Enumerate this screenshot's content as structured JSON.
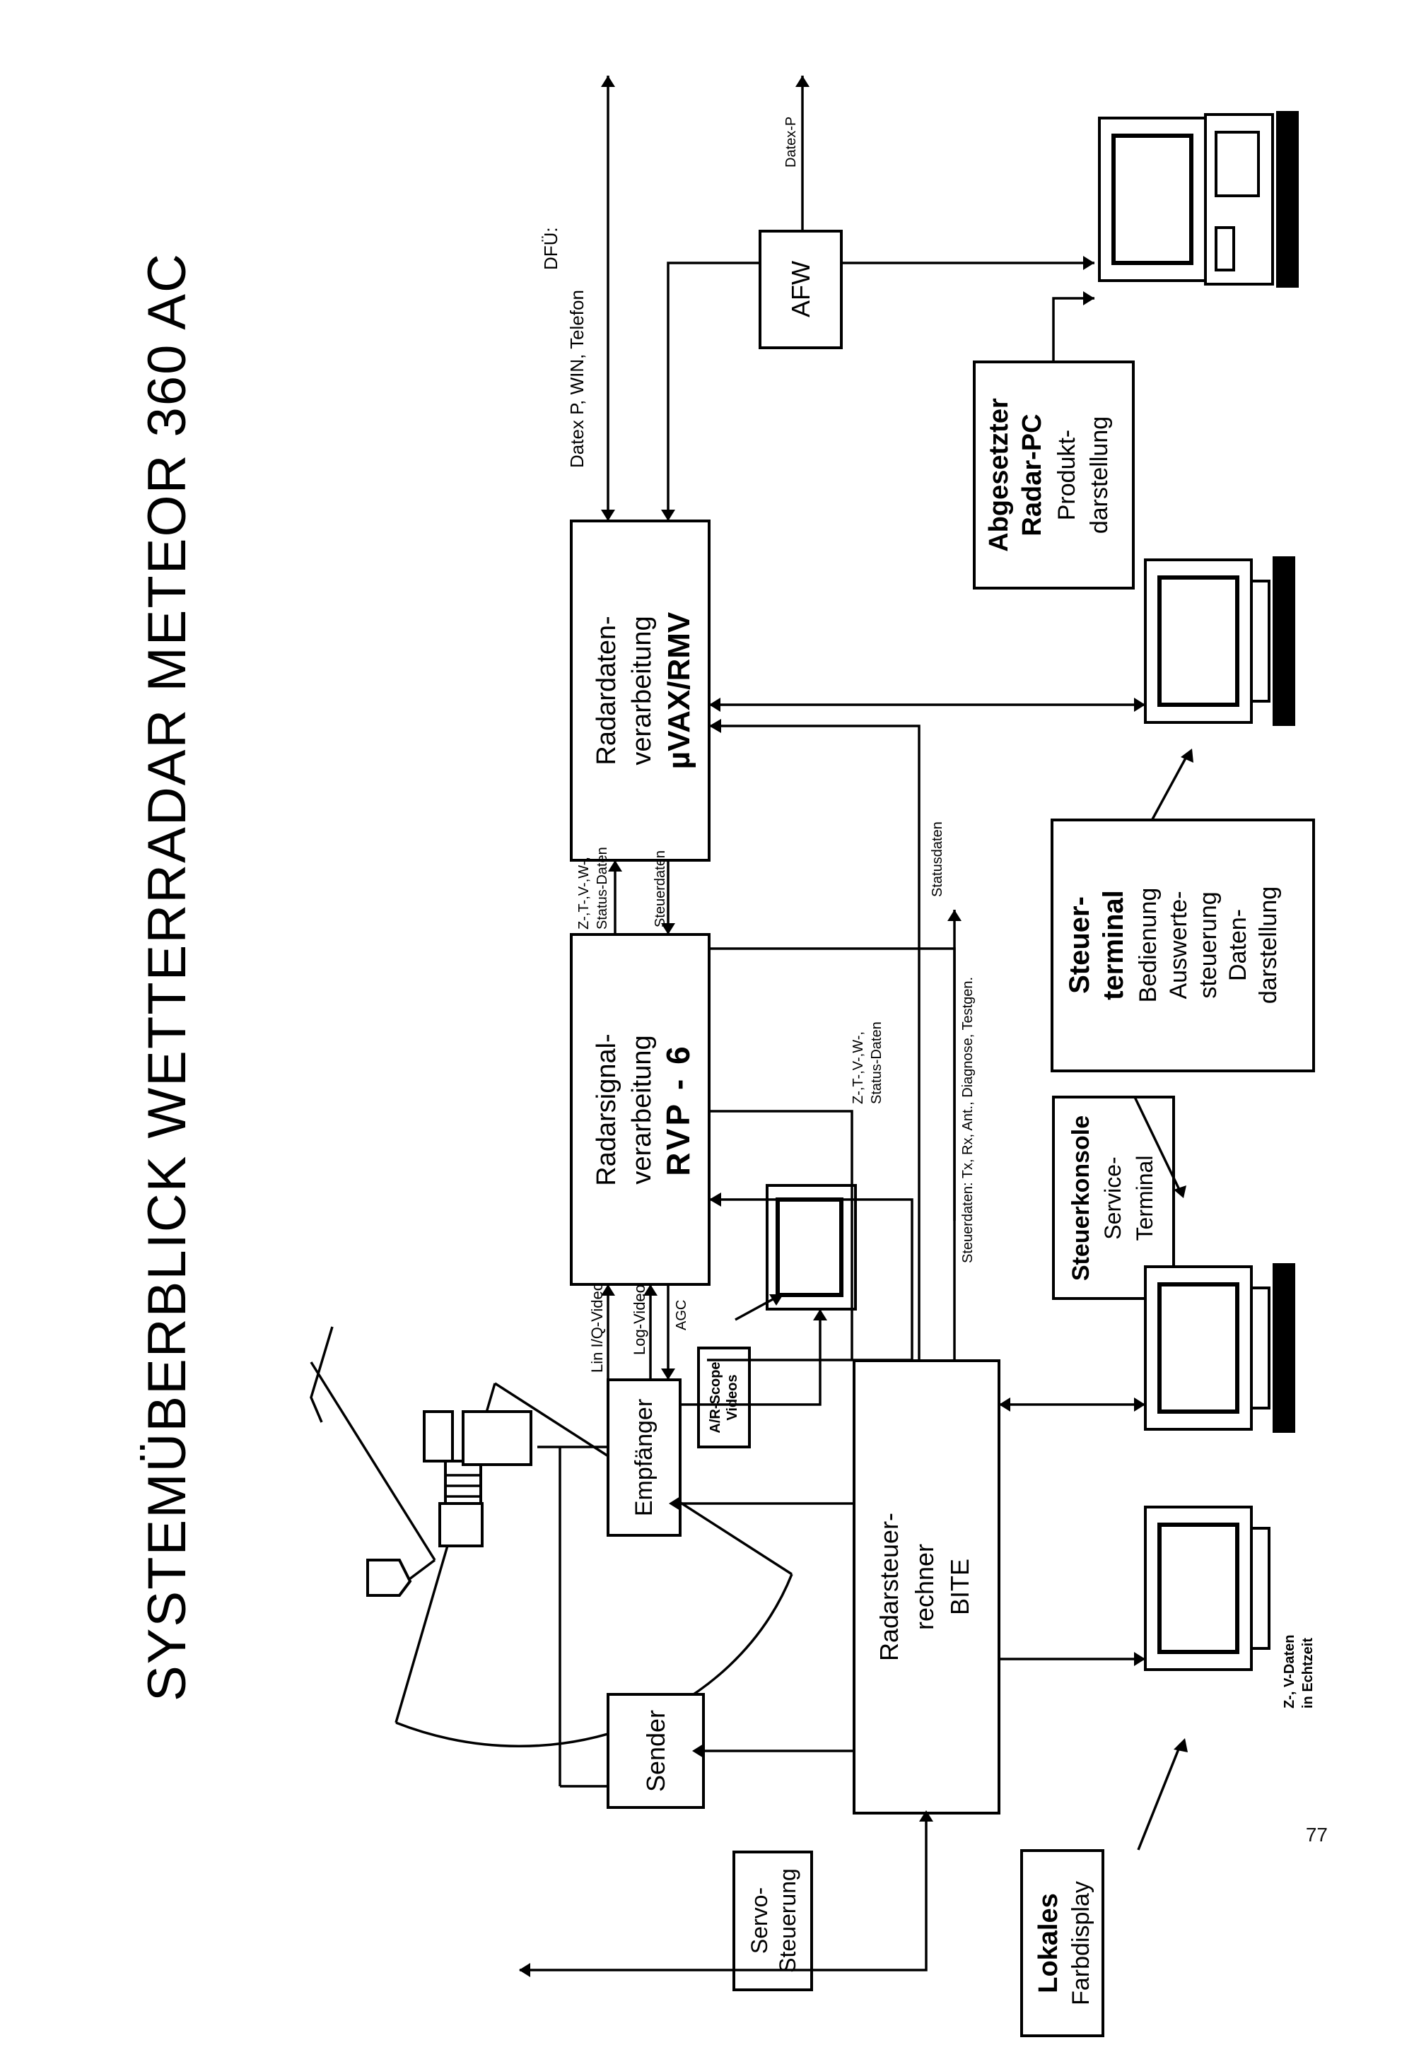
{
  "title": "SYSTEMÜBERBLICK WETTERRADAR METEOR 360 AC",
  "page_number": "77",
  "blocks": {
    "sender": "Sender",
    "empfaenger": "Empfänger",
    "servo": [
      "Servo-",
      "Steuerung"
    ],
    "rvp": [
      "Radarsignal-",
      "verarbeitung",
      "RVP - 6"
    ],
    "rmv": [
      "Radardaten-",
      "verarbeitung",
      "µVAX/RMV"
    ],
    "bite": [
      "Radarsteuer-",
      "rechner",
      "BITE"
    ],
    "afw": "AFW"
  },
  "terminals": {
    "lokales": [
      "Lokales",
      "Farbdisplay"
    ],
    "steuerkonsole": [
      "Steuerkonsole",
      "Service-",
      "Terminal"
    ],
    "steuerterminal": [
      "Steuer-",
      "terminal",
      "Bedienung",
      "Auswerte-",
      "steuerung",
      "Daten-",
      "darstellung"
    ],
    "abgesetzter": [
      "Abgesetzter",
      "Radar-PC",
      "Produkt-",
      "darstellung"
    ],
    "ascope": [
      "A/R-Scope",
      "Videos"
    ]
  },
  "labels": {
    "lin_iq": "Lin I/Q-Video",
    "log_video": "Log-Video",
    "agc": "AGC",
    "ztvw_status_1": [
      "Z-,T-,V-,W-,",
      "Status-Daten"
    ],
    "steuerdaten": "Steuerdaten",
    "ztvw_status_2": [
      "Z-,T-,V-,W-,",
      "Status-Daten"
    ],
    "statusdaten": "Statusdaten",
    "steuerdaten_tx": "Steuerdaten: Tx, Rx, Ant., Diagnose, Testgen.",
    "dfue": [
      "DFÜ:",
      "Datex P, WIN, Telefon"
    ],
    "datex_p": "Datex-P",
    "zv_daten": [
      "Z-, V-Daten",
      "in Echtzeit"
    ]
  }
}
